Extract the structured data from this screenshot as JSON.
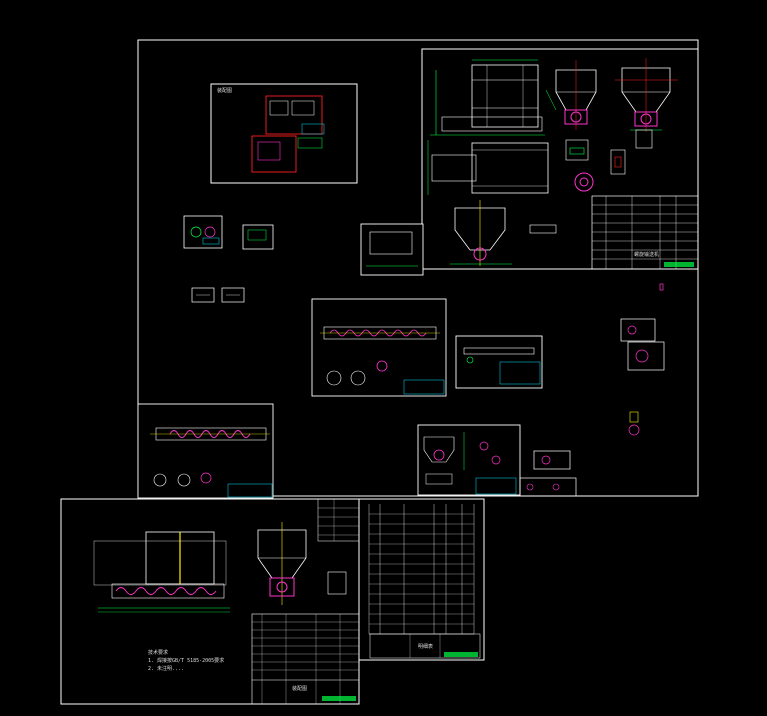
{
  "viewport": {
    "background": "#000000"
  },
  "colors": {
    "frame": "#ffffff",
    "cyan": "#00e5ff",
    "green": "#00ff44",
    "magenta": "#ff33cc",
    "red": "#ff2020",
    "yellow": "#ffee00",
    "white": "#ffffff"
  },
  "title_blocks": {
    "top_right_label": "螺旋输送机",
    "bottom_left_label": "装配图",
    "bottom_mid_label": "明细表"
  },
  "notes": {
    "tech_req_title": "技术要求",
    "tech_req_line1": "1. 焊接按GB/T 5185-2005要求",
    "tech_req_line2": "2. 未注明...."
  },
  "small_tags": {
    "inset_title": "装配图"
  }
}
